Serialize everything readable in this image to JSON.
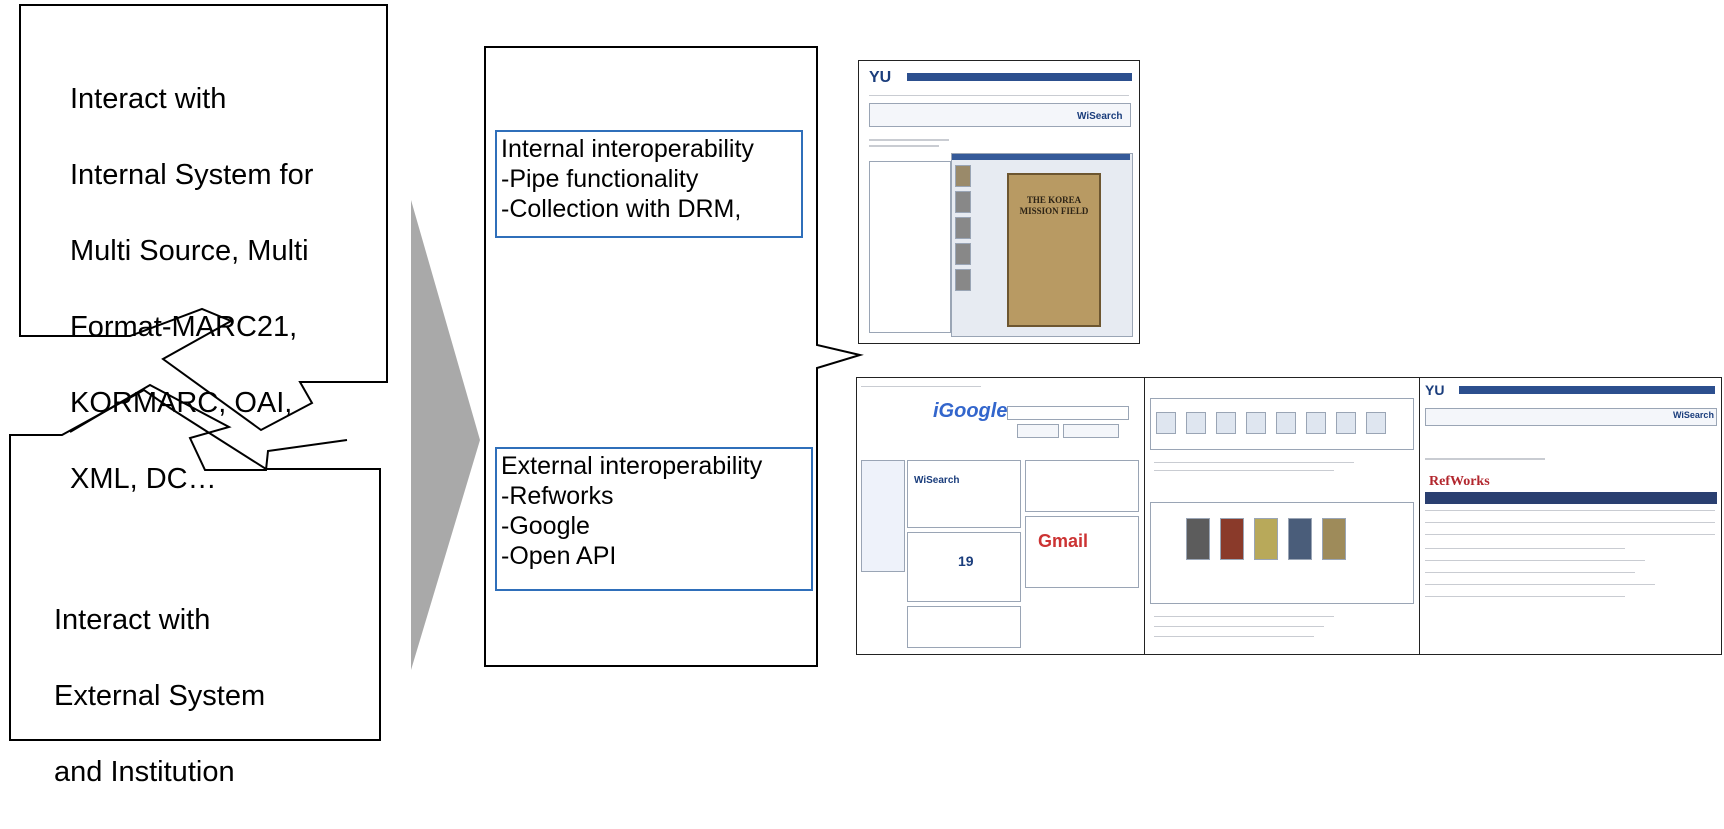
{
  "left_top_callout": {
    "lines": [
      "Interact with",
      "Internal System for",
      "Multi Source, Multi",
      "Format-MARC21,",
      "KORMARC, OAI,",
      "XML, DC…"
    ]
  },
  "left_bottom_callout": {
    "lines": [
      "Interact with",
      "External System",
      "and Institution"
    ]
  },
  "internal_box": {
    "lines": [
      "Internal interoperability",
      "-Pipe functionality",
      "-Collection with DRM,"
    ]
  },
  "external_box": {
    "lines": [
      "External interoperability",
      "-Refworks",
      "-Google",
      "-Open API"
    ]
  },
  "screenshots": {
    "top": {
      "logo": "WiSearch",
      "book_title": "THE KOREA MISSION FIELD"
    },
    "igoogle": {
      "logo": "iGoogle",
      "widget": "WiSearch",
      "gmail": "Gmail",
      "date": "19"
    },
    "refworks": {
      "logo": "RefWorks",
      "app": "WiSearch"
    }
  },
  "colors": {
    "callout_border": "#000000",
    "box_border": "#2f6fba",
    "big_arrow": "#a9a9a9"
  }
}
